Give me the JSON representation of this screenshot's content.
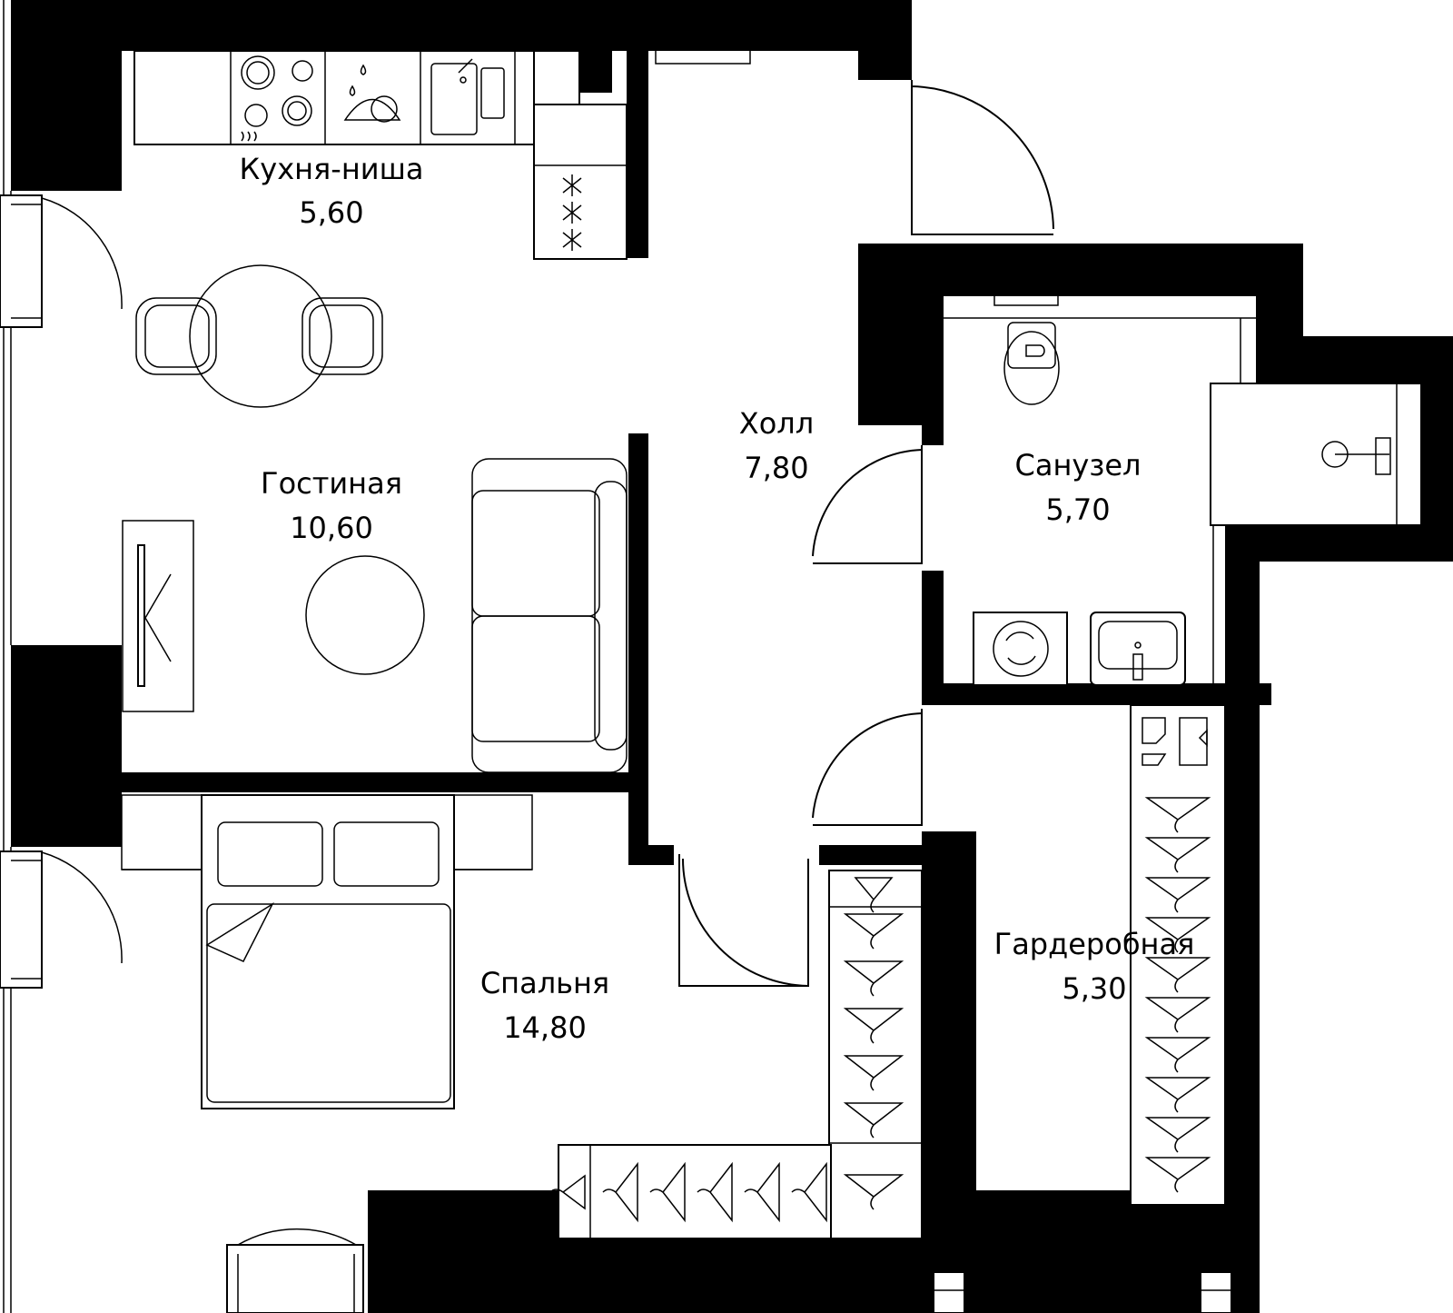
{
  "rooms": [
    {
      "id": "kitchen",
      "name": "Кухня-ниша",
      "area": "5,60"
    },
    {
      "id": "living",
      "name": "Гостиная",
      "area": "10,60"
    },
    {
      "id": "hall",
      "name": "Холл",
      "area": "7,80"
    },
    {
      "id": "bathroom",
      "name": "Санузел",
      "area": "5,70"
    },
    {
      "id": "bedroom",
      "name": "Спальня",
      "area": "14,80"
    },
    {
      "id": "wardrobe",
      "name": "Гардеробная",
      "area": "5,30"
    }
  ]
}
